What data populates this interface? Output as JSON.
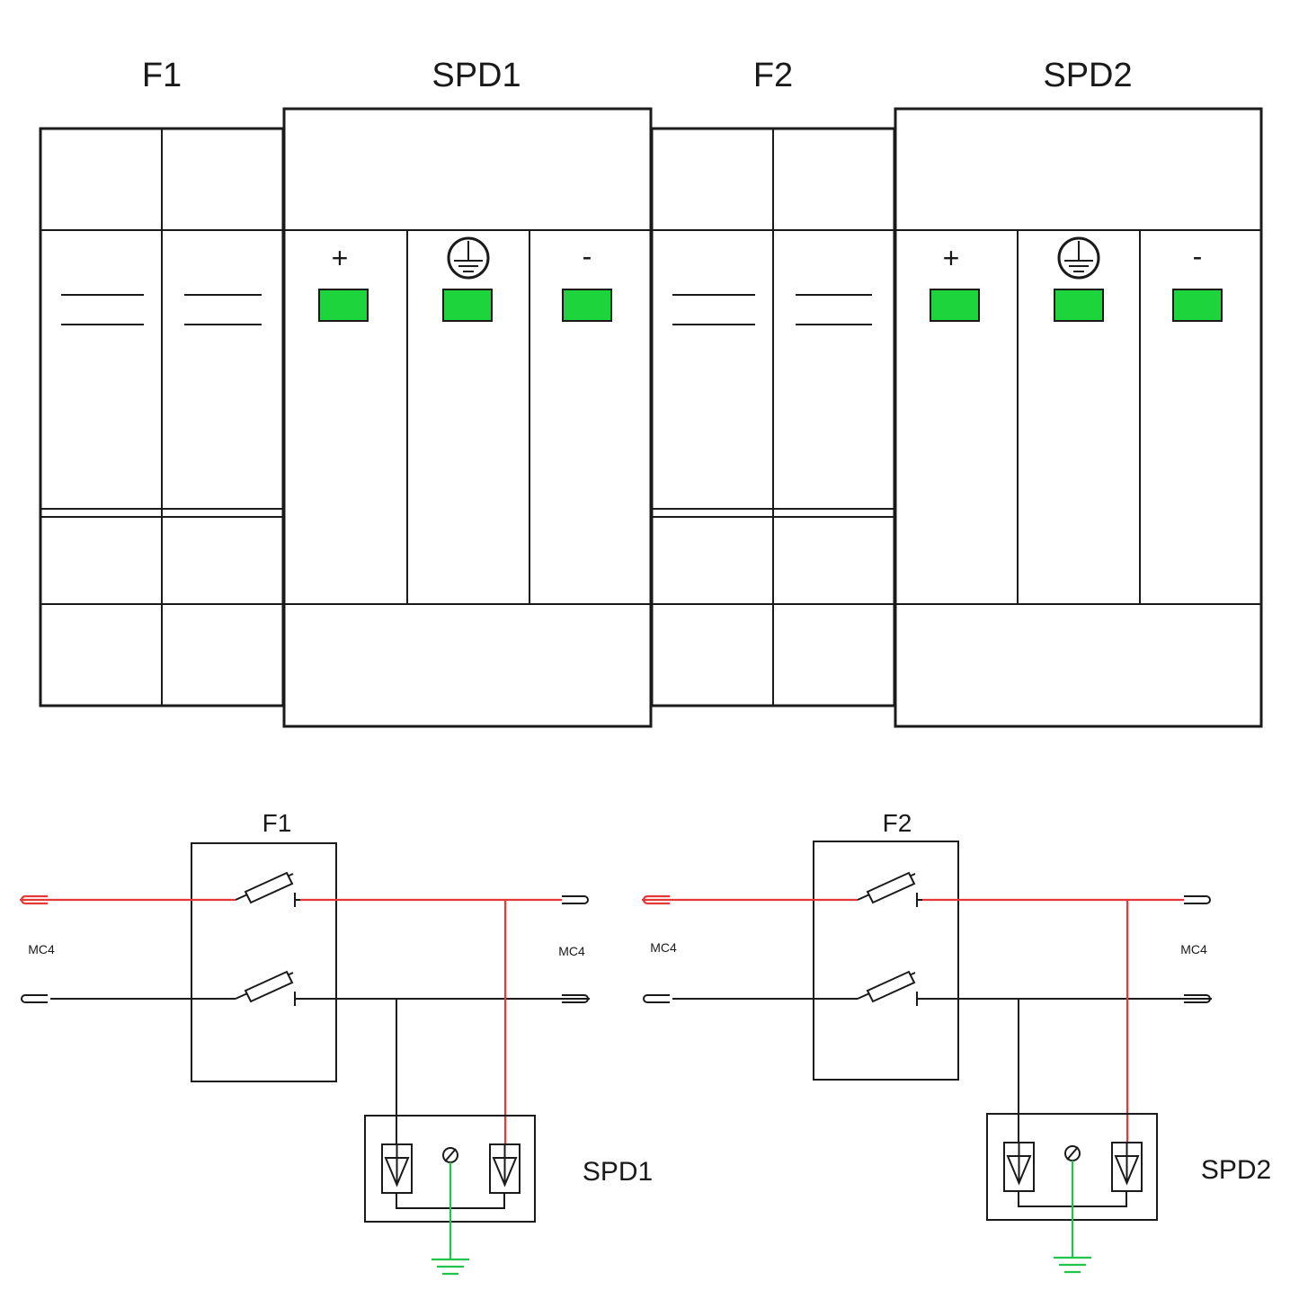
{
  "headers": {
    "f1": "F1",
    "spd1": "SPD1",
    "f2": "F2",
    "spd2": "SPD2"
  },
  "symbols": {
    "plus": "+",
    "minus": "-"
  },
  "schematic": {
    "left": {
      "fuse_label": "F1",
      "spd_label": "SPD1",
      "mc4_in": "MC4",
      "mc4_out": "MC4"
    },
    "right": {
      "fuse_label": "F2",
      "spd_label": "SPD2",
      "mc4_in": "MC4",
      "mc4_out": "MC4"
    }
  },
  "colors": {
    "indicator": "#1ed43c",
    "positive_wire": "#e53935",
    "ground_wire": "#21c44a",
    "line": "#1a1a1a"
  },
  "icons": {
    "ground": "earth-ground-icon",
    "fuse": "fuse-icon",
    "spd": "spd-varistor-icon"
  }
}
